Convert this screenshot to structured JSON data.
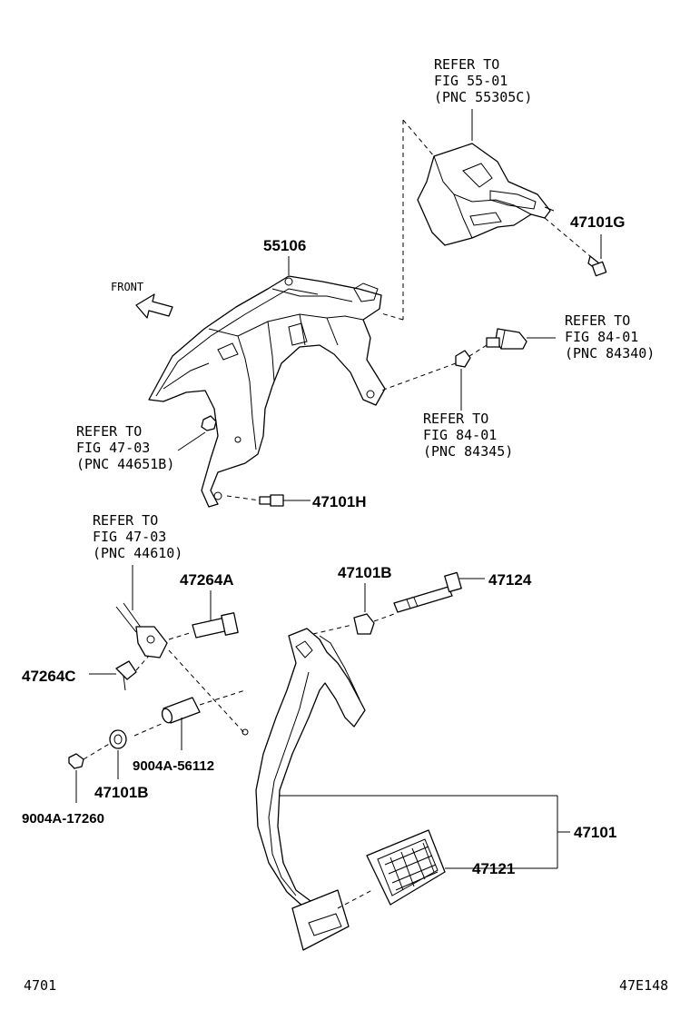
{
  "refs": {
    "fig55": [
      "REFER TO",
      "FIG 55-01",
      "(PNC 55305C)"
    ],
    "fig84a": [
      "REFER TO",
      "FIG 84-01",
      "(PNC 84340)"
    ],
    "fig84b": [
      "REFER TO",
      "FIG 84-01",
      "(PNC 84345)"
    ],
    "fig47a": [
      "REFER TO",
      "FIG 47-03",
      "(PNC 44651B)"
    ],
    "fig47b": [
      "REFER TO",
      "FIG 47-03",
      "(PNC 44610)"
    ]
  },
  "parts": {
    "p55106": "55106",
    "p47101G": "47101G",
    "p47101H": "47101H",
    "p47264A": "47264A",
    "p47101B_top": "47101B",
    "p47124": "47124",
    "p47264C": "47264C",
    "p9004A56112": "9004A-56112",
    "p47101B_bottom": "47101B",
    "p9004A17260": "9004A-17260",
    "p47101": "47101",
    "p47121": "47121"
  },
  "front_label": "FRONT",
  "footer": {
    "left": "4701",
    "right": "47E148"
  }
}
